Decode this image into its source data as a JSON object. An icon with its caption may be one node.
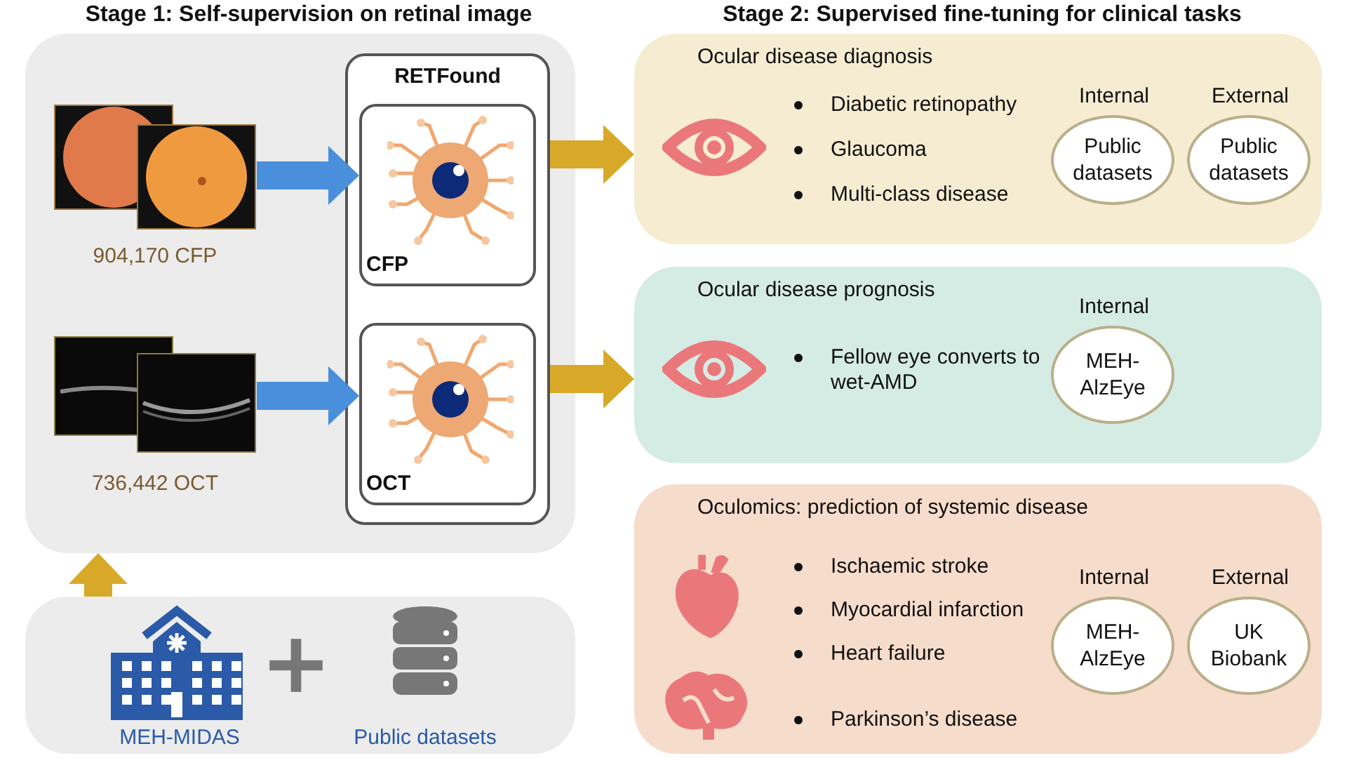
{
  "diagram": {
    "nodes": [
      {
        "text": [],
        "shape": "box"
      },
      {
        "text": [],
        "shape": "picture",
        "in": 0,
        "beside": [
          "904,170 CFP"
        ]
      },
      {
        "text": [],
        "shape": "picture",
        "in": 0,
        "beside": [
          "736,442 OCT"
        ]
      },
      {
        "text": [
          "RETFound"
        ],
        "in": 0
      },
      {
        "text": [
          "CFP"
        ],
        "in": 3
      },
      {
        "text": [
          "OCT"
        ],
        "in": 3
      },
      {
        "text": [],
        "shape": "box"
      },
      {
        "text": [],
        "shape": "picture",
        "in": 6,
        "beside": [
          "MEH-MIDAS"
        ]
      },
      {
        "text": [],
        "shape": "cylinder",
        "in": 6,
        "beside": [
          "Public datasets"
        ]
      },
      {
        "text": [
          "Ocular disease diagnosis",
          "Diabetic retinopathy",
          "Glaucoma",
          "Multi-class disease",
          "Internal",
          "External"
        ]
      },
      {
        "text": [
          "Public datasets"
        ],
        "in": 9
      },
      {
        "text": [
          "Public datasets"
        ],
        "in": 9
      },
      {
        "text": [
          "Ocular disease prognosis",
          "Fellow eye converts to wet-AMD",
          "Internal"
        ]
      },
      {
        "text": [
          "MEH-AlzEye"
        ],
        "in": 12
      },
      {
        "text": [
          "Oculomics: prediction of systemic disease",
          "Ischaemic stroke",
          "Myocardial infarction",
          "Heart failure",
          "Parkinson’s disease",
          "Internal",
          "External"
        ]
      },
      {
        "text": [
          "MEH-AlzEye"
        ],
        "in": 14
      },
      {
        "text": [
          "UK Biobank"
        ],
        "in": 14
      }
    ],
    "edges": [
      {
        "from": 1,
        "to": 4,
        "arrow": "to",
        "color": "#4a8fdb"
      },
      {
        "from": 2,
        "to": 5,
        "arrow": "to",
        "color": "#4a8fdb"
      },
      {
        "from": 6,
        "to": 0,
        "arrow": "to"
      },
      {
        "from": 3,
        "to": 9,
        "arrow": "to"
      },
      {
        "from": 3,
        "to": 12,
        "arrow": "to"
      }
    ],
    "labels": [
      "Stage 1: Self-supervision on retinal image",
      "Stage 2: Supervised fine-tuning for clinical tasks"
    ]
  }
}
